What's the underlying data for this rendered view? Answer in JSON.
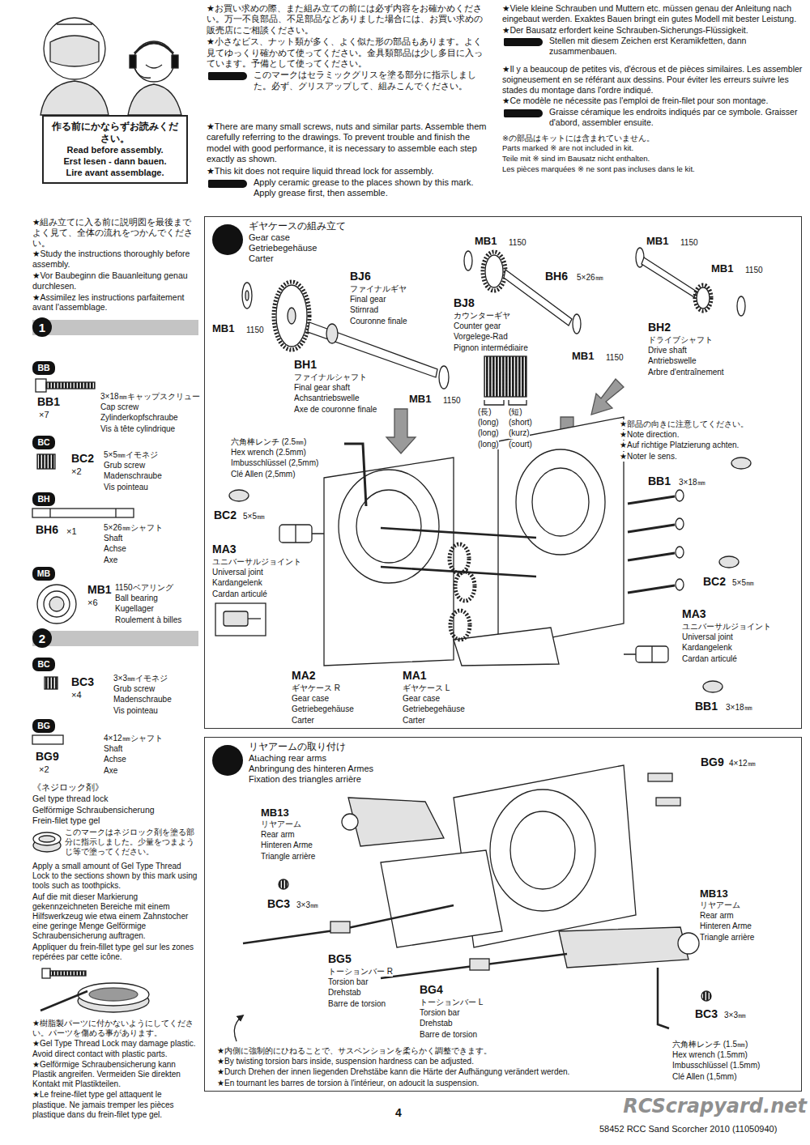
{
  "diagram": {
    "nodes": [
      {
        "text": [
          "作る前にかならずお読みください。",
          "Read before assembly.",
          "Erst lesen - dann bauen.",
          "Lire avant assemblage."
        ]
      },
      {
        "text": [
          "1"
        ]
      },
      {
        "text": [
          "BB"
        ]
      },
      {
        "text": [
          "BC"
        ]
      },
      {
        "text": [
          "BH"
        ]
      },
      {
        "text": [
          "MB"
        ]
      },
      {
        "text": [
          "2"
        ]
      },
      {
        "text": [
          "BC"
        ]
      },
      {
        "text": [
          "BG"
        ]
      },
      {
        "text": [
          "ギヤケースの組み立て",
          "Gear case",
          "Getriebegehäuse",
          "Carter"
        ]
      },
      {
        "text": [
          "1"
        ],
        "in": 9
      },
      {
        "text": [
          "リヤアームの取り付け",
          "Attaching rear arms",
          "Anbringung des hinteren Armes",
          "Fixation des triangles arrière"
        ]
      },
      {
        "text": [
          "2"
        ],
        "in": 11
      }
    ],
    "labels": [
      "★お買い求めの際、また組み立ての前には必ず内容をお確かめください。万一不良部品、不足部品などありました場合には、お買い求めの販売店にご相談ください。",
      "★小さなビス、ナット類が多く、よく似た形の部品もあります。よく見てゆっくり確かめて使ってください。金具類部品は少し多目に入っています。予備として使ってください。",
      "このマークはセラミックグリスを塗る部分に指示しました。必ず、グリスアップして、組みこんでください。",
      "★There are many small screws, nuts and similar parts. Assemble them carefully referring to the drawings. To prevent trouble and finish the model with good performance, it is necessary to assemble each step exactly as shown.",
      "★This kit does not require liquid thread lock for assembly.",
      "Apply ceramic grease to the places shown by this mark. Apply grease first, then assemble.",
      "★Viele kleine Schrauben und Muttern etc. müssen genau der Anleitung nach eingebaut werden. Exaktes Bauen bringt ein gutes Modell mit bester Leistung.",
      "★Der Bausatz erfordert keine Schrauben-Sicherungs-Flüssigkeit.",
      "Stellen mit diesem Zeichen erst Keramikfetten, dann zusammenbauen.",
      "★Il y a beaucoup de petites vis, d'écrous et de pièces similaires. Les assembler soigneusement en se référant aux dessins. Pour éviter les erreurs suivre les stades du montage dans l'ordre indiqué.",
      "★Ce modèle ne nécessite pas l'emploi de frein-filet pour son montage.",
      "Graisse céramique les endroits indiqués par ce symbole. Graisser d'abord, assembler ensuite.",
      "※の部品はキットには含まれていません。",
      "Parts marked ※ are not included in kit.",
      "Teile mit ※ sind im Bausatz nicht enthalten.",
      "Les pièces marquées ※ ne sont pas incluses dans le kit.",
      "★組み立てに入る前に説明図を最後までよく見て、全体の流れをつかんでください。",
      "★Study the instructions thoroughly before assembly.",
      "★Vor Baubeginn die Bauanleitung genau durchlesen.",
      "★Assimilez les instructions parfaitement avant l'assemblage.",
      "BB1",
      "×7",
      "3×18㎜キャップスクリュー",
      "Cap screw",
      "Zylinderkopfschraube",
      "Vis à tête cylindrique",
      "BC2",
      "×2",
      "5×5㎜イモネジ",
      "Grub screw",
      "Madenschraube",
      "Vis pointeau",
      "BH6",
      "×1",
      "5×26㎜シャフト",
      "Shaft",
      "Achse",
      "Axe",
      "MB1",
      "×6",
      "1150ベアリング",
      "Ball bearing",
      "Kugellager",
      "Roulement à billes",
      "BC3",
      "×4",
      "3×3㎜イモネジ",
      "Grub screw",
      "Madenschraube",
      "Vis pointeau",
      "BG9",
      "×2",
      "4×12㎜シャフト",
      "Shaft",
      "Achse",
      "Axe",
      "《ネジロック剤》",
      "Gel type thread lock",
      "Gelförmige Schraubensicherung",
      "Frein-filet type gel",
      "このマークはネジロック剤を塗る部分に指示しました。少量をつまようじ等で塗ってください。",
      "Apply a small amount of Gel Type Thread Lock to the sections shown by this mark using tools such as toothpicks.",
      "Auf die mit dieser Markierung gekennzeichneten Bereiche mit einem Hilfswerkzeug wie etwa einem Zahnstocher eine geringe Menge Gelförmige Schraubensicherung auftragen.",
      "Appliquer du frein-fillet type gel sur les zones repérées par cette icône.",
      "★樹脂製パーツに付かないようにしてください。パーツを傷める事があります。",
      "★Gel Type Thread Lock may damage plastic. Avoid direct contact with plastic parts.",
      "★Gelförmige Schraubensicherung kann Plastik angreifen. Vermeiden Sie direkten Kontakt mit Plastikteilen.",
      "★Le freine-filet type gel attaquent le plastique. Ne jamais tremper les pièces plastique dans du frein-filet type gel.",
      "MB1",
      "1150",
      "MB1",
      "1150",
      "MB1",
      "1150",
      "BJ6",
      "ファイナルギヤ",
      "Final gear",
      "Stirnrad",
      "Couronne finale",
      "BH6",
      "5×26㎜",
      "BJ8",
      "カウンターギヤ",
      "Counter gear",
      "Vorgelege-Rad",
      "Pignon intermédiaire",
      "MB1",
      "1150",
      "MB1",
      "1150",
      "BH2",
      "ドライブシャフト",
      "Drive shaft",
      "Antriebswelle",
      "Arbre d'entraînement",
      "BH1",
      "ファイナルシャフト",
      "Final gear shaft",
      "Achsantriebswelle",
      "Axe de couronne finale",
      "MB1",
      "1150",
      "(長)",
      "(long)",
      "(long)",
      "(long)",
      "(短)",
      "(short)",
      "(kurz)",
      "(court)",
      "★部品の向きに注意してください。",
      "★Note direction.",
      "★Auf richtige Platzierung achten.",
      "★Noter le sens.",
      "六角棒レンチ (2.5㎜)",
      "Hex wrench (2.5mm)",
      "Imbusschlüssel (2,5mm)",
      "Clé Allen (2,5mm)",
      "BB1",
      "3×18㎜",
      "BC2",
      "5×5㎜",
      "MA3",
      "ユニバーサルジョイント",
      "Universal joint",
      "Kardangelenk",
      "Cardan articulé",
      "BC2",
      "5×5㎜",
      "MA3",
      "ユニバーサルジョイント",
      "Universal joint",
      "Kardangelenk",
      "Cardan articulé",
      "MA2",
      "ギヤケース R",
      "Gear case",
      "Getriebegehäuse",
      "Carter",
      "MA1",
      "ギヤケース L",
      "Gear case",
      "Getriebegehäuse",
      "Carter",
      "BB1",
      "3×18㎜",
      "MB13",
      "リヤアーム",
      "Rear arm",
      "Hinteren Arme",
      "Triangle arrière",
      "BG9",
      "4×12㎜",
      "MB13",
      "リヤアーム",
      "Rear arm",
      "Hinteren Arme",
      "Triangle arrière",
      "BC3",
      "3×3㎜",
      "BG5",
      "トーションバー R",
      "Torsion bar",
      "Drehstab",
      "Barre de torsion",
      "BG4",
      "トーションバー L",
      "Torsion bar",
      "Drehstab",
      "Barre de torsion",
      "BC3",
      "3×3㎜",
      "六角棒レンチ (1.5㎜)",
      "Hex wrench (1.5mm)",
      "Imbusschlüssel (1.5mm)",
      "Clé Allen (1,5mm)",
      "★内側に強制的にひねることで、サスペンションを柔らかく調整できます。",
      "★By twisting torsion bars inside, suspension hardness can be adjusted.",
      "★Durch Drehen der innen liegenden Drehstäbe kann die Härte der Aufhängung verändert werden.",
      "★En tournant les barres de torsion à l'intérieur, on adoucit la suspension.",
      "RCScrapyard.net",
      "4",
      "58452 RCC Sand Scorcher 2010 (11050940)"
    ]
  }
}
